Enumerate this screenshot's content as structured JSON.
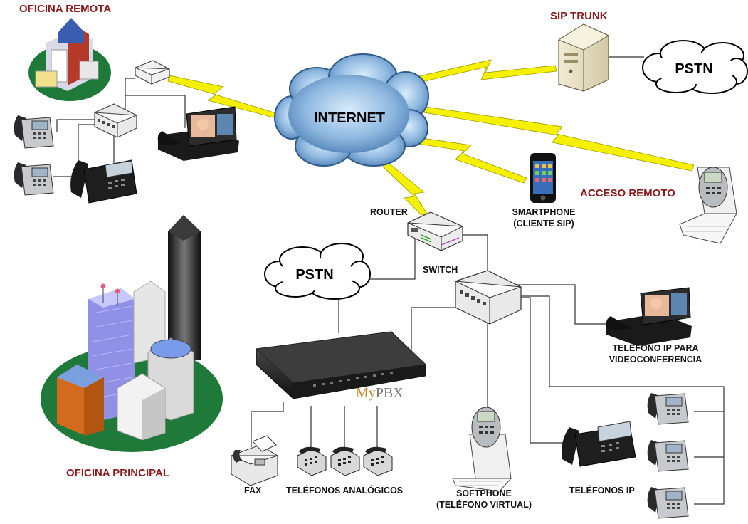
{
  "labels": {
    "remote_office": "OFICINA REMOTA",
    "main_office": "OFICINA PRINCIPAL",
    "sip_trunk": "SIP TRUNK",
    "remote_access": "ACCESO REMOTO",
    "internet": "INTERNET",
    "pstn_top": "PSTN",
    "pstn_mid": "PSTN",
    "router": "ROUTER",
    "switch": "SWITCH",
    "smartphone_l1": "SMARTPHONE",
    "smartphone_l2": "(CLIENTE SIP)",
    "video_phone_l1": "TELÉFONO IP PARA",
    "video_phone_l2": "VIDEOCONFERENCIA",
    "fax": "FAX",
    "analog_phones": "TELÉFONOS ANALÓGICOS",
    "softphone_l1": "SOFTPHONE",
    "softphone_l2": "(TELÉFONO VIRTUAL)",
    "ip_phones": "TELÉFONOS IP",
    "pbx_brand_my": "My",
    "pbx_brand_pbx": "PBX"
  },
  "colors": {
    "label_red": "#8b1a1a",
    "bolt_yellow": "#f4f000",
    "cloud_blue": "#8fb8e0",
    "grass_green": "#1f7a3a"
  }
}
